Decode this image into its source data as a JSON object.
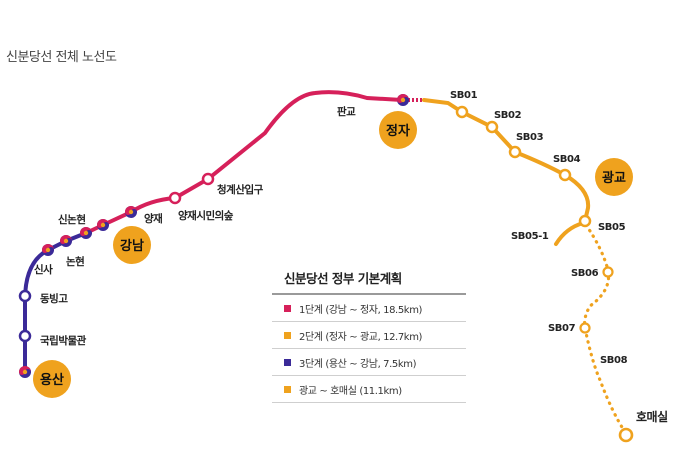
{
  "title": "신분당선 전체 노선도",
  "colors": {
    "phase1": "#d6205a",
    "phase2": "#efa21e",
    "phase3": "#3b2a98",
    "hub": "#efa21e"
  },
  "stations": {
    "yongsan": "용산",
    "museum": "국립박물관",
    "dongbinggo": "동빙고",
    "sinsa": "신사",
    "nonhyeon": "논현",
    "sinnonhyeon": "신논현",
    "gangnam": "강남",
    "yangjae": "양재",
    "yangjae_citizen": "양재시민의숲",
    "cheonggyesan": "청계산입구",
    "pangyo": "판교",
    "jeongja": "정자",
    "sb01": "SB01",
    "sb02": "SB02",
    "sb03": "SB03",
    "sb04": "SB04",
    "gwanggyo": "광교",
    "sb05": "SB05",
    "sb05_1": "SB05-1",
    "sb06": "SB06",
    "sb07": "SB07",
    "sb08": "SB08",
    "homaesil": "호매실"
  },
  "legend": {
    "title": "신분당선 정부 기본계획",
    "items": [
      {
        "label": "1단계 (강남 ~ 정자, 18.5km)",
        "color": "#d6205a"
      },
      {
        "label": "2단계 (정자 ~ 광교, 12.7km)",
        "color": "#efa21e"
      },
      {
        "label": "3단계 (용산 ~ 강남, 7.5km)",
        "color": "#3b2a98"
      },
      {
        "label": "광교 ~ 호매실 (11.1km)",
        "color": "#efa21e"
      }
    ]
  }
}
